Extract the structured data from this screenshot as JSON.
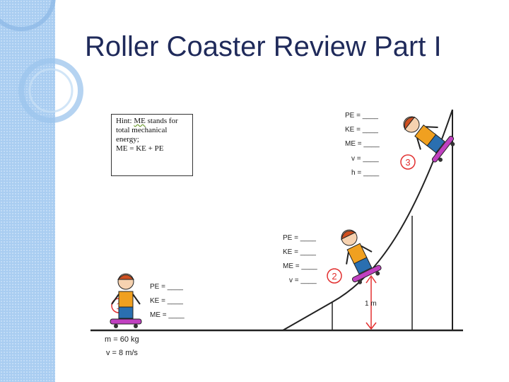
{
  "slide": {
    "title": "Roller Coaster Review Part I"
  },
  "hint": {
    "line1_prefix": "Hint: ",
    "line1_me": "ME",
    "line1_suffix": " stands for",
    "line2": "total mechanical",
    "line3": "energy;",
    "line4": "ME = KE + PE"
  },
  "positions": [
    {
      "marker": "1",
      "labels": [
        "PE = ____",
        "KE = ____",
        "ME = ____"
      ]
    },
    {
      "marker": "2",
      "labels": [
        "PE = ____",
        "KE = ____",
        "ME = ____",
        "v = ____"
      ]
    },
    {
      "marker": "3",
      "labels": [
        "PE = ____",
        "KE = ____",
        "ME = ____",
        "v = ____",
        "h = ____"
      ]
    }
  ],
  "given": {
    "mass": "m = 60 kg",
    "velocity": "v = 8 m/s"
  },
  "height_label": "1 m",
  "colors": {
    "marker": "#e23030",
    "skater_shirt": "#f0a020",
    "skater_pants": "#2a6fb0",
    "board": "#c040c0",
    "hair": "#d05020"
  }
}
